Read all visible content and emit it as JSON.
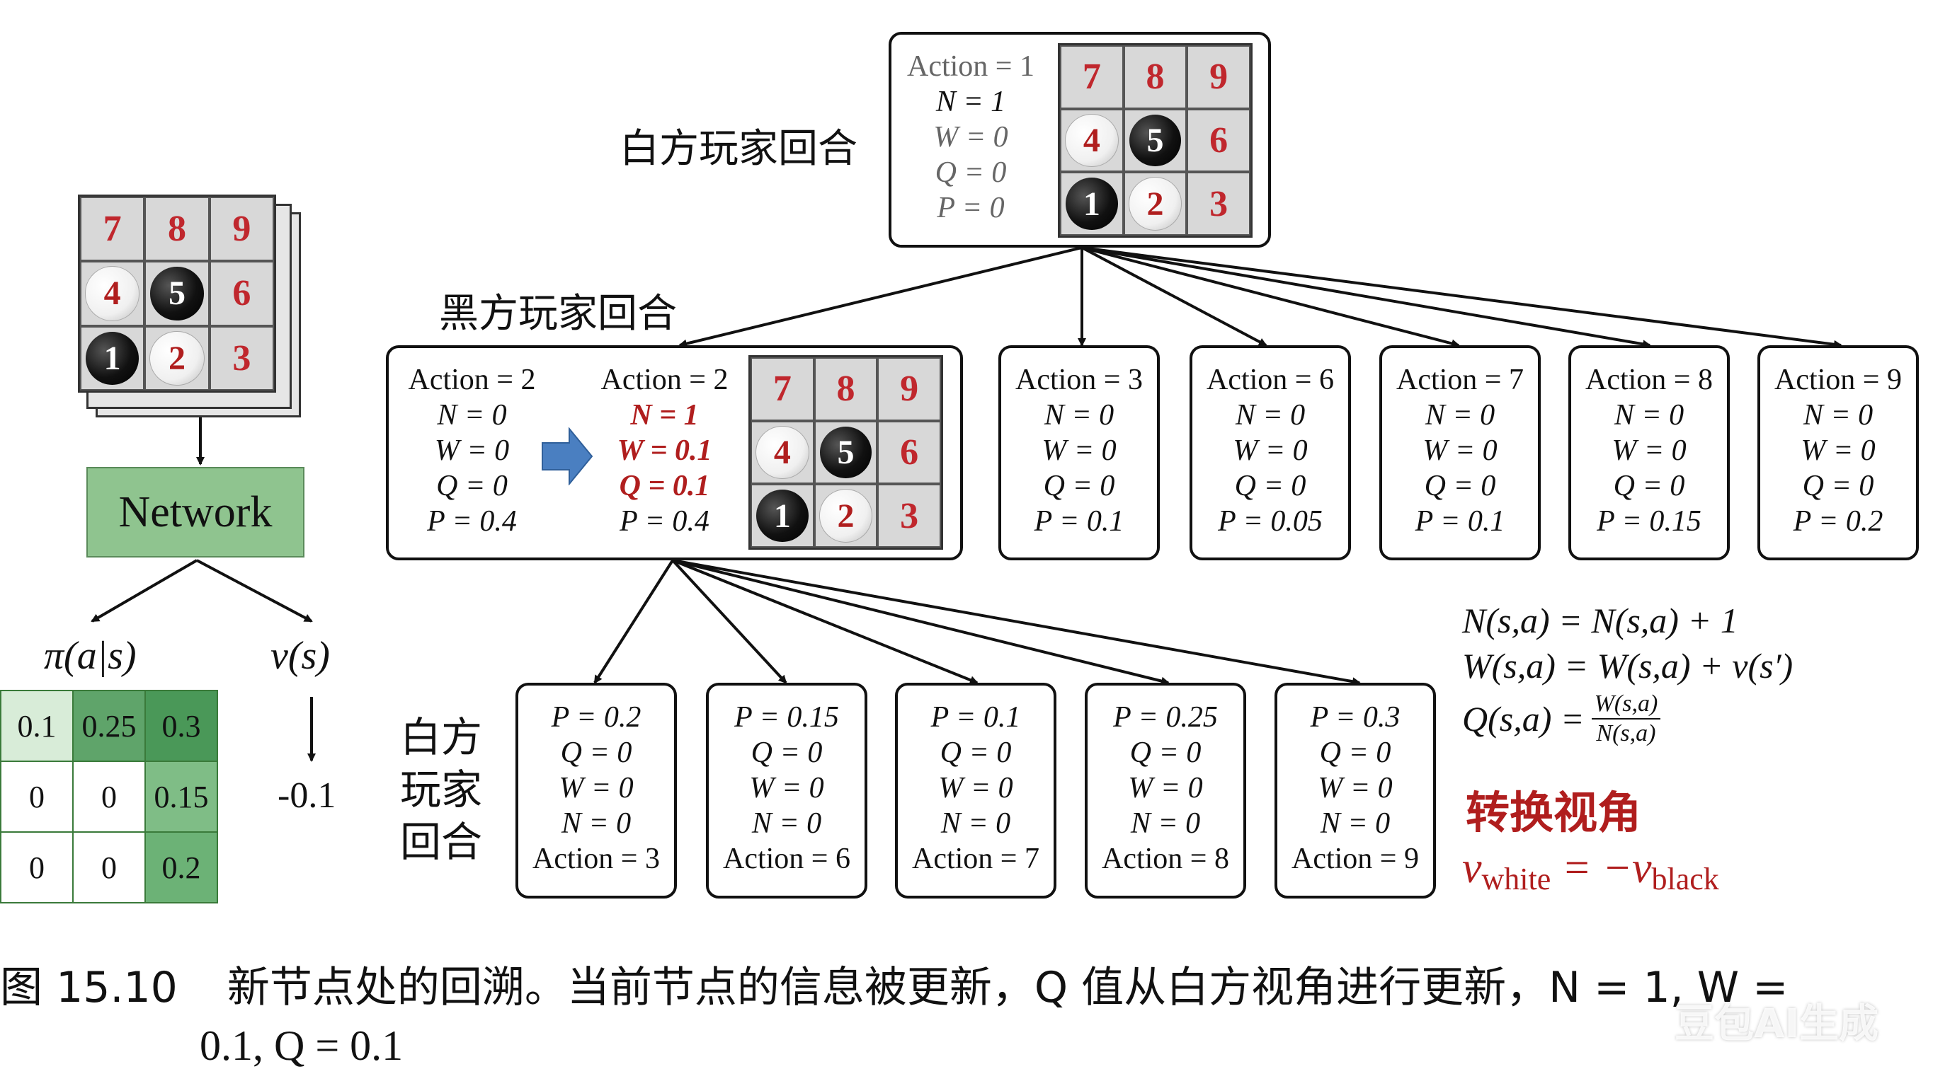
{
  "labels": {
    "white_turn_top": "白方玩家回合",
    "black_turn": "黑方玩家回合",
    "white_turn_bottom": "白方玩家回合",
    "white_turn_bottom_lines": [
      "白方",
      "玩家",
      "回合"
    ],
    "network": "Network",
    "policy": "π(a|s)",
    "value": "v(s)",
    "value_output": "-0.1"
  },
  "policy_table": [
    [
      "0.1",
      "0.25",
      "0.3"
    ],
    [
      "0",
      "0",
      "0.15"
    ],
    [
      "0",
      "0",
      "0.2"
    ]
  ],
  "board": {
    "cells": [
      "7",
      "8",
      "9",
      "4",
      "5",
      "6",
      "1",
      "2",
      "3"
    ],
    "stones": {
      "4": "white",
      "5": "black",
      "1": "black",
      "2": "white"
    }
  },
  "root_node": {
    "action": "Action = 1",
    "n": "N = 1",
    "w": "W = 0",
    "q": "Q = 0",
    "p": "P = 0"
  },
  "selected_node": {
    "before": {
      "action": "Action = 2",
      "n": "N = 0",
      "w": "W = 0",
      "q": "Q = 0",
      "p": "P = 0.4"
    },
    "after": {
      "action": "Action = 2",
      "n": "N = 1",
      "w": "W = 0.1",
      "q": "Q = 0.1",
      "p": "P = 0.4"
    }
  },
  "level2_nodes": [
    {
      "action": "Action = 3",
      "n": "N = 0",
      "w": "W = 0",
      "q": "Q = 0",
      "p": "P = 0.1"
    },
    {
      "action": "Action = 6",
      "n": "N = 0",
      "w": "W = 0",
      "q": "Q = 0",
      "p": "P = 0.05"
    },
    {
      "action": "Action = 7",
      "n": "N = 0",
      "w": "W = 0",
      "q": "Q = 0",
      "p": "P = 0.1"
    },
    {
      "action": "Action = 8",
      "n": "N = 0",
      "w": "W = 0",
      "q": "Q = 0",
      "p": "P = 0.15"
    },
    {
      "action": "Action = 9",
      "n": "N = 0",
      "w": "W = 0",
      "q": "Q = 0",
      "p": "P = 0.2"
    }
  ],
  "level3_nodes": [
    {
      "p": "P = 0.2",
      "q": "Q = 0",
      "w": "W = 0",
      "n": "N = 0",
      "action": "Action = 3"
    },
    {
      "p": "P = 0.15",
      "q": "Q = 0",
      "w": "W = 0",
      "n": "N = 0",
      "action": "Action = 6"
    },
    {
      "p": "P = 0.1",
      "q": "Q = 0",
      "w": "W = 0",
      "n": "N = 0",
      "action": "Action = 7"
    },
    {
      "p": "P = 0.25",
      "q": "Q = 0",
      "w": "W = 0",
      "n": "N = 0",
      "action": "Action = 8"
    },
    {
      "p": "P = 0.3",
      "q": "Q = 0",
      "w": "W = 0",
      "n": "N = 0",
      "action": "Action = 9"
    }
  ],
  "formulas": {
    "n_update": "N(s,a) = N(s,a) + 1",
    "w_update": "W(s,a) = W(s,a) + v(s′)",
    "q_lhs": "Q(s,a) =",
    "q_num": "W(s,a)",
    "q_den": "N(s,a)",
    "switch_view": "转换视角",
    "v_lhs": "v",
    "v_lhs_sub": "white",
    "v_eq": " = −v",
    "v_rhs_sub": "black"
  },
  "caption": {
    "label": "图 15.10",
    "text_line1": "新节点处的回溯。当前节点的信息被更新，Q 值从白方视角进行更新，N = 1, W =",
    "text_line2": "0.1, Q = 0.1"
  },
  "watermark": "豆包AI生成",
  "colors": {
    "red": "#b01e1e",
    "network_green": "#8fc48f",
    "arrow_blue": "#4a7fc1"
  }
}
